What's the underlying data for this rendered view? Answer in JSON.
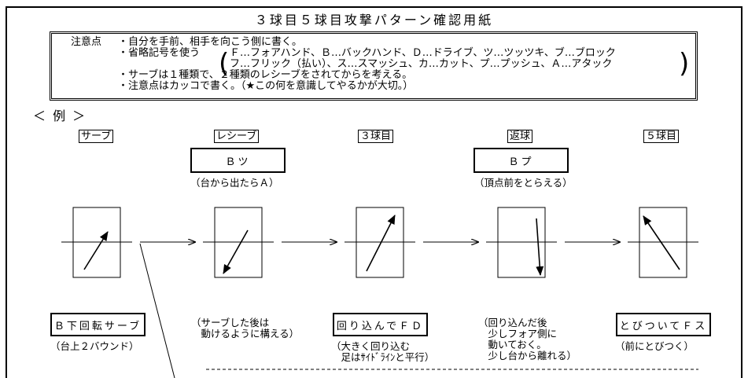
{
  "title": "３球目５球目攻撃パターン確認用紙",
  "notes": {
    "heading": "注意点",
    "line1": "・自分を手前、相手を向こう側に書く。",
    "line2_prefix": "・省略記号を使う",
    "abbrev1": "Ｆ…フォアハンド、Ｂ…バックハンド、Ｄ…ドライブ、ツ…ツッツキ、ブ…ブロック",
    "abbrev2": "フ…フリック（払い）、ス…スマッシュ、カ…カット、プ…プッシュ、Ａ…アタック",
    "line3": "・サーブは１種類で、２種類のレシーブをされてからを考える。",
    "line4": "・注意点はカッコで書く。（★この何を意識してやるかが大切。）"
  },
  "example_label": "＜ 例 ＞",
  "columns": [
    {
      "header": "サーブ",
      "top_box": "",
      "top_note": "",
      "bottom_box": "Ｂ下回転サーブ",
      "bottom_note": "（台上２バウンド）"
    },
    {
      "header": "レシーブ",
      "top_box": "Ｂツ",
      "top_note": "（台から出たらＡ）",
      "bottom_box": "",
      "bottom_note": "（サーブした後は\n　動けるように構える）"
    },
    {
      "header": "３球目",
      "top_box": "",
      "top_note": "",
      "bottom_box": "回り込んでＦＤ",
      "bottom_note": "（大きく回り込む\n　足はｻｲﾄﾞﾗｲﾝと平行）"
    },
    {
      "header": "返球",
      "top_box": "Ｂプ",
      "top_note": "（頂点前をとらえる）",
      "bottom_box": "",
      "bottom_note": "（回り込んだ後\n　少しフォア側に\n　動いておく。\n　少し台から離れる）"
    },
    {
      "header": "５球目",
      "top_box": "",
      "top_note": "",
      "bottom_box": "とびついてＦス",
      "bottom_note": "（前にとびつく）"
    }
  ]
}
